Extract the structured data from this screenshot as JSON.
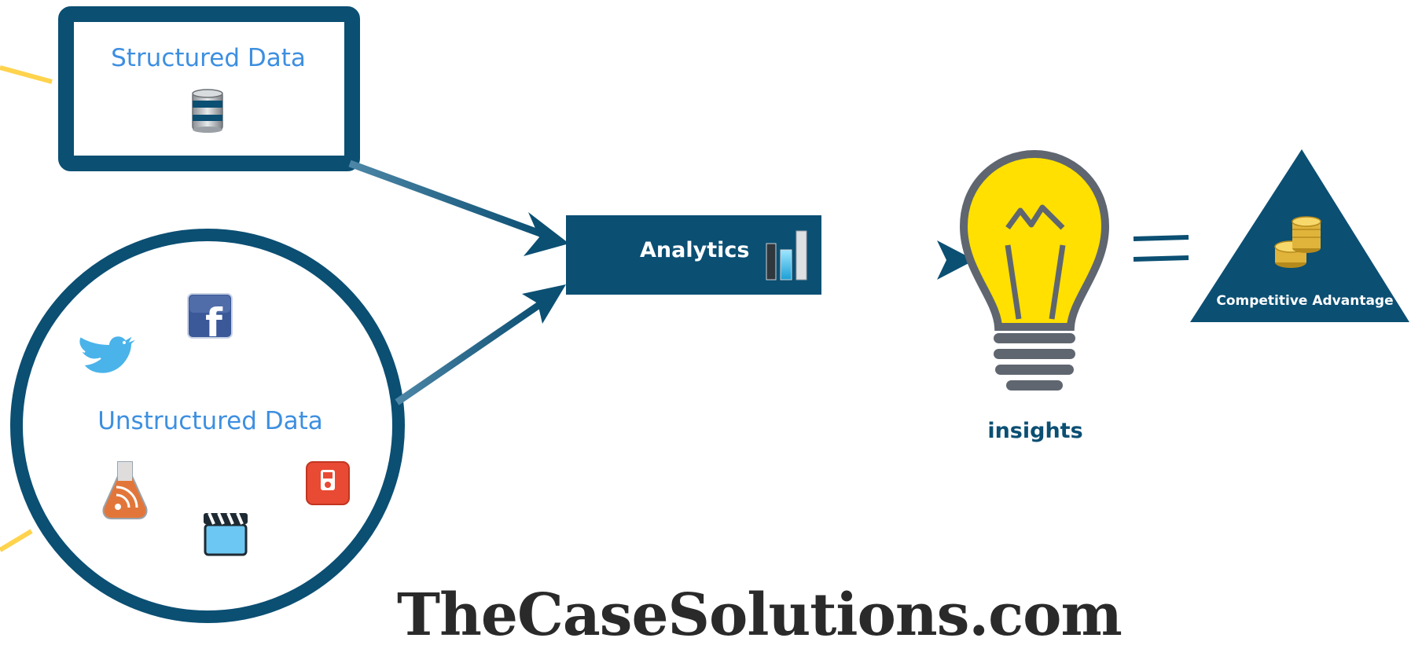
{
  "nodes": {
    "structured": {
      "label": "Structured Data",
      "icon": "database-icon"
    },
    "unstructured": {
      "label": "Unstructured Data",
      "icons": [
        "twitter-icon",
        "facebook-icon",
        "rss-icon",
        "video-icon",
        "music-player-icon"
      ]
    },
    "analytics": {
      "label": "Analytics",
      "icon": "bar-chart-icon"
    },
    "insights": {
      "label": "insights",
      "icon": "lightbulb-icon"
    },
    "equals": {
      "icon": "equals-icon"
    },
    "advantage": {
      "label": "Competitive Advantage",
      "icon": "coins-icon"
    }
  },
  "edges": [
    {
      "from": "Structured Data",
      "to": "Analytics"
    },
    {
      "from": "Unstructured Data",
      "to": "Analytics"
    },
    {
      "from": "Analytics",
      "to": "insights"
    }
  ],
  "watermark": "TheCaseSolutions.com",
  "colors": {
    "primary": "#0b4f73",
    "label_blue": "#3d8fe0",
    "accent_yellow": "#ffd400",
    "bulb_outline": "#5f6670",
    "connector_yellow": "#ffd34d"
  }
}
